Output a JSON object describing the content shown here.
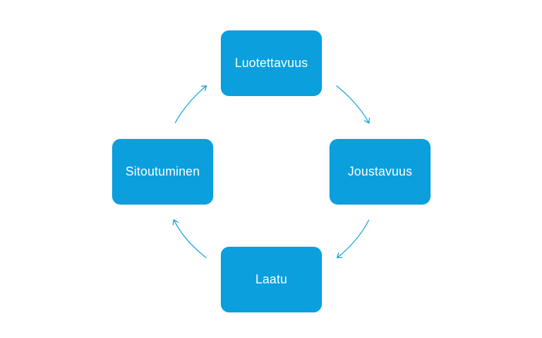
{
  "diagram": {
    "accent_color": "#0b9fde",
    "nodes": {
      "top": "Luotettavuus",
      "right": "Joustavuus",
      "bottom": "Laatu",
      "left": "Sitoutuminen"
    },
    "cycle_direction": "clockwise"
  }
}
